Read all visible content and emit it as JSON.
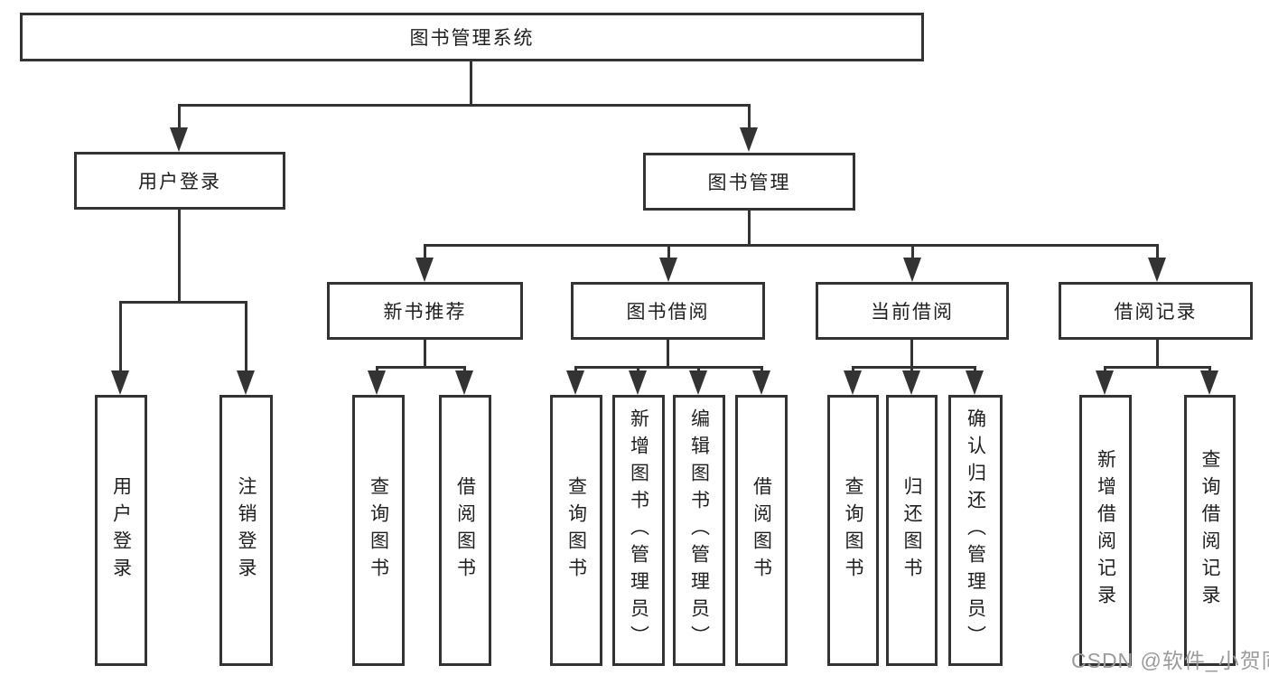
{
  "colors": {
    "line": "#333333",
    "text": "#1f1f1f",
    "box_bg": "#ffffff",
    "watermark": "#9b9b9b",
    "background": "#ffffff"
  },
  "nodes": {
    "root": "图书管理系统",
    "user_login": "用户登录",
    "book_mgmt": "图书管理",
    "new_book_rec": "新书推荐",
    "book_borrow": "图书借阅",
    "current_borrow": "当前借阅",
    "borrow_record": "借阅记录",
    "leaf_user_login": "用户登录",
    "leaf_logout": "注销登录",
    "leaf_rec_query": "查询图书",
    "leaf_rec_borrow": "借阅图书",
    "leaf_bb_query": "查询图书",
    "leaf_bb_add": "新增图书（管理员）",
    "leaf_bb_edit": "编辑图书（管理员）",
    "leaf_bb_borrow": "借阅图书",
    "leaf_cb_query": "查询图书",
    "leaf_cb_return": "归还图书",
    "leaf_cb_confirm": "确认归还（管理员）",
    "leaf_br_add": "新增借阅记录",
    "leaf_br_query": "查询借阅记录"
  },
  "edges": [
    [
      "root",
      "user_login"
    ],
    [
      "root",
      "book_mgmt"
    ],
    [
      "user_login",
      "leaf_user_login"
    ],
    [
      "user_login",
      "leaf_logout"
    ],
    [
      "book_mgmt",
      "new_book_rec"
    ],
    [
      "book_mgmt",
      "book_borrow"
    ],
    [
      "book_mgmt",
      "current_borrow"
    ],
    [
      "book_mgmt",
      "borrow_record"
    ],
    [
      "new_book_rec",
      "leaf_rec_query"
    ],
    [
      "new_book_rec",
      "leaf_rec_borrow"
    ],
    [
      "book_borrow",
      "leaf_bb_query"
    ],
    [
      "book_borrow",
      "leaf_bb_add"
    ],
    [
      "book_borrow",
      "leaf_bb_edit"
    ],
    [
      "book_borrow",
      "leaf_bb_borrow"
    ],
    [
      "current_borrow",
      "leaf_cb_query"
    ],
    [
      "current_borrow",
      "leaf_cb_return"
    ],
    [
      "current_borrow",
      "leaf_cb_confirm"
    ],
    [
      "borrow_record",
      "leaf_br_add"
    ],
    [
      "borrow_record",
      "leaf_br_query"
    ]
  ],
  "watermark": "CSDN @软件_小贺同学"
}
